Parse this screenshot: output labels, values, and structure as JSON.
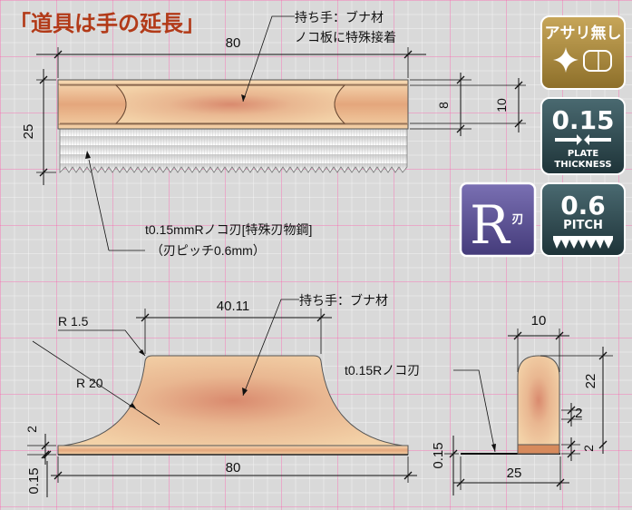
{
  "title": "「道具は手の延長」",
  "top_view": {
    "handle_note_line1": "持ち手：ブナ材",
    "handle_note_line2": "ノコ板に特殊接着",
    "width": "80",
    "height": "25",
    "slot_height": "8",
    "handle_height": "10",
    "blade_note_line1": "t0.15mmRノコ刃[特殊刃物鋼]",
    "blade_note_line2": "（刃ピッチ0.6mm）"
  },
  "badges": {
    "no_set": "アサリ無し",
    "plate_value": "0.15",
    "plate_line1": "PLATE",
    "plate_line2": "THICKNESS",
    "r_blade_r": "R",
    "r_blade_kanji": "刃",
    "pitch_value": "0.6",
    "pitch_label": "PITCH"
  },
  "side_view": {
    "top_width": "40.11",
    "handle_note": "持ち手：ブナ材",
    "corner_radius": "R 1.5",
    "curve_radius": "R 20",
    "base_height": "2",
    "blade_thickness": "0.15",
    "width": "80"
  },
  "end_view": {
    "width": "10",
    "blade_note": "t0.15Rノコ刃",
    "height": "22",
    "mid_height": "2",
    "base_height": "2",
    "blade_thickness": "0.15",
    "total_width": "25"
  },
  "colors": {
    "title": "#b23a18",
    "grid_major": "#e878b0",
    "wood_light": "#f2cfa2",
    "wood_dark": "#cf8f62",
    "gold_badge": "#a98a3c",
    "teal_badge": "#2e4a50",
    "purple_badge": "#5a4f93"
  }
}
